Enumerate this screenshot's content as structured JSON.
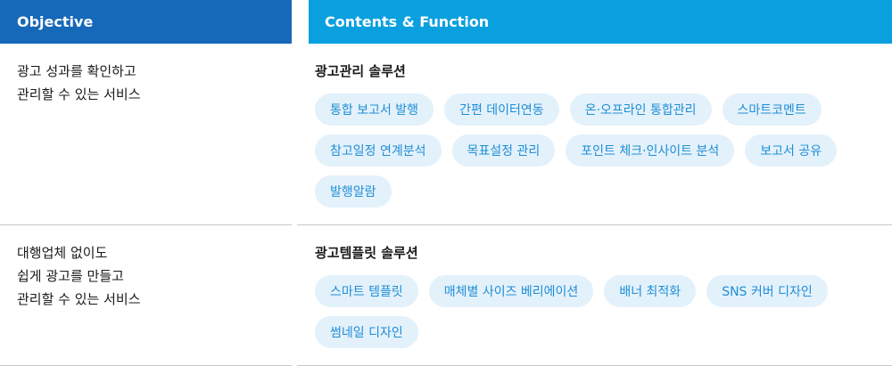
{
  "header": {
    "objective": "Objective",
    "contents": "Contents & Function"
  },
  "rows": [
    {
      "objective_lines": [
        "광고 성과를 확인하고",
        "관리할 수 있는 서비스"
      ],
      "solution_title": "광고관리 솔루션",
      "tags": [
        "통합 보고서 발행",
        "간편 데이터연동",
        "온·오프라인 통합관리",
        "스마트코멘트",
        "참고일정 연계분석",
        "목표설정 관리",
        "포인트 체크·인사이트 분석",
        "보고서 공유",
        "발행알람"
      ]
    },
    {
      "objective_lines": [
        "대행업체 없이도",
        "쉽게 광고를 만들고",
        "관리할 수 있는 서비스"
      ],
      "solution_title": "광고템플릿 솔루션",
      "tags": [
        "스마트 템플릿",
        "매체별 사이즈 베리에이션",
        "배너 최적화",
        "SNS 커버 디자인",
        "썸네일 디자인"
      ]
    }
  ],
  "colors": {
    "header_left": "#1668b8",
    "header_right": "#0aa0e0",
    "tag_bg": "#e3f1fb",
    "tag_text": "#1f8ed6",
    "divider": "#c9c9c9"
  }
}
